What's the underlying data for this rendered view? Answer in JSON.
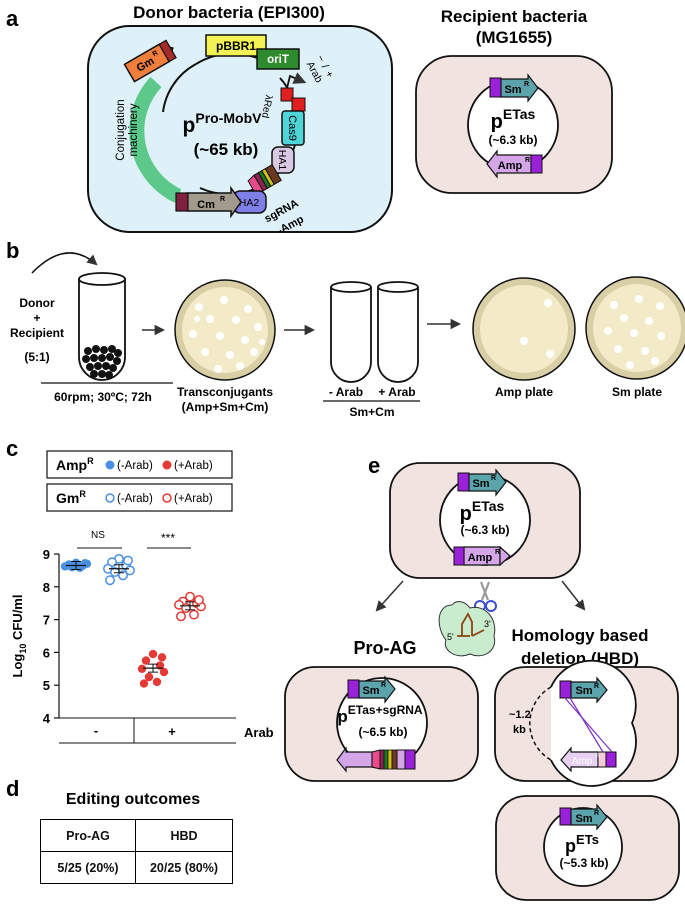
{
  "panels": {
    "a": "a",
    "b": "b",
    "c": "c",
    "d": "d",
    "e": "e"
  },
  "a": {
    "donor_title": "Donor bacteria (EPI300)",
    "recipient_title": "Recipient bacteria",
    "recipient_strain": "(MG1655)",
    "plasmid_name_prefix": "p",
    "plasmid_name_sup": "Pro-MobV",
    "plasmid_size": "(~65 kb)",
    "genes": {
      "gm": "Gm",
      "gm_sup": "R",
      "pbbr1": "pBBR1",
      "orit": "oriT",
      "arab": "Arab",
      "arab_minus": "−",
      "arab_plus": "+",
      "arab_slash": "/",
      "lambda_red": "λRed",
      "cas9": "Cas9",
      "ha1": "HA1",
      "ha2": "HA2",
      "cm": "Cm",
      "cm_sup": "R",
      "sgrna": "sgRNA",
      "amp_suffix": "-Amp",
      "conjugation1": "Conjugation",
      "conjugation2": "machinery"
    },
    "recipient_plasmid_prefix": "p",
    "recipient_plasmid_sup": "ETas",
    "recipient_plasmid_size": "(~6.3 kb)",
    "sm": "Sm",
    "sm_sup": "R",
    "amp": "Amp",
    "amp_sup": "R"
  },
  "b": {
    "donor": "Donor",
    "plus": "+",
    "recipient": "Recipient",
    "ratio": "(5:1)",
    "conditions": "60rpm; 30ºC; 72h",
    "transconjugants": "Transconjugants",
    "transconjugants_sel": "(Amp+Sm+Cm)",
    "minus_arab": "- Arab",
    "plus_arab": "+ Arab",
    "tube_selection": "Sm+Cm",
    "amp_plate": "Amp plate",
    "sm_plate": "Sm plate"
  },
  "c": {
    "legend": {
      "amp_label": "Amp",
      "amp_sup": "R",
      "gm_label": "Gm",
      "gm_sup": "R",
      "minus": "(-Arab)",
      "plus": "(+Arab)"
    },
    "sig_ns": "NS",
    "sig_star": "***",
    "arab_label": "Arab",
    "groups": [
      "-",
      "+"
    ],
    "colors": {
      "blue": "#4a90e2",
      "red": "#e53935"
    }
  },
  "chart_data": {
    "type": "scatter",
    "ylabel": "Log10 CFU/ml",
    "ylim": [
      4,
      9
    ],
    "yticks": [
      4,
      5,
      6,
      7,
      8,
      9
    ],
    "categories": [
      "-",
      "+"
    ],
    "x_label": "Arab",
    "series": [
      {
        "name": "AmpR (-Arab)",
        "color": "#4a90e2",
        "filled": true,
        "category": "-",
        "values": [
          8.73,
          8.68,
          8.65,
          8.62,
          8.7,
          8.6,
          8.58,
          8.64,
          8.72
        ],
        "mean": 8.65
      },
      {
        "name": "GmR (-Arab)",
        "color": "#4a90e2",
        "filled": false,
        "category": "-",
        "values": [
          8.85,
          8.75,
          8.65,
          8.55,
          8.5,
          8.45,
          8.35,
          8.2,
          8.8
        ],
        "mean": 8.55
      },
      {
        "name": "AmpR (+Arab)",
        "color": "#e53935",
        "filled": true,
        "category": "+",
        "values": [
          5.95,
          5.75,
          5.6,
          5.5,
          5.4,
          5.25,
          5.1,
          5.05,
          5.85
        ],
        "mean": 5.52
      },
      {
        "name": "GmR (+Arab)",
        "color": "#e53935",
        "filled": false,
        "category": "+",
        "values": [
          7.7,
          7.55,
          7.5,
          7.45,
          7.4,
          7.35,
          7.15,
          7.1,
          7.6
        ],
        "mean": 7.42
      }
    ]
  },
  "d": {
    "title": "Editing outcomes",
    "headers": [
      "Pro-AG",
      "HBD"
    ],
    "values": [
      "5/25 (20%)",
      "20/25 (80%)"
    ]
  },
  "e": {
    "top_plasmid_prefix": "p",
    "top_plasmid_sup": "ETas",
    "top_plasmid_size": "(~6.3 kb)",
    "proag_title": "Pro-AG",
    "proag_plasmid_prefix": "p",
    "proag_plasmid_sup": "ETas+sgRNA",
    "proag_plasmid_size": "(~6.5 kb)",
    "hbd_title1": "Homology based",
    "hbd_title2": "deletion (HBD)",
    "hbd_deletion1": "~1.2",
    "hbd_deletion2": "kb",
    "result_plasmid_prefix": "p",
    "result_plasmid_sup": "ETs",
    "result_plasmid_size": "(~5.3 kb)",
    "sgrna_5": "5'",
    "sgrna_3": "3'",
    "sm": "Sm",
    "sm_sup": "R",
    "amp": "Amp",
    "amp_sup": "R"
  }
}
